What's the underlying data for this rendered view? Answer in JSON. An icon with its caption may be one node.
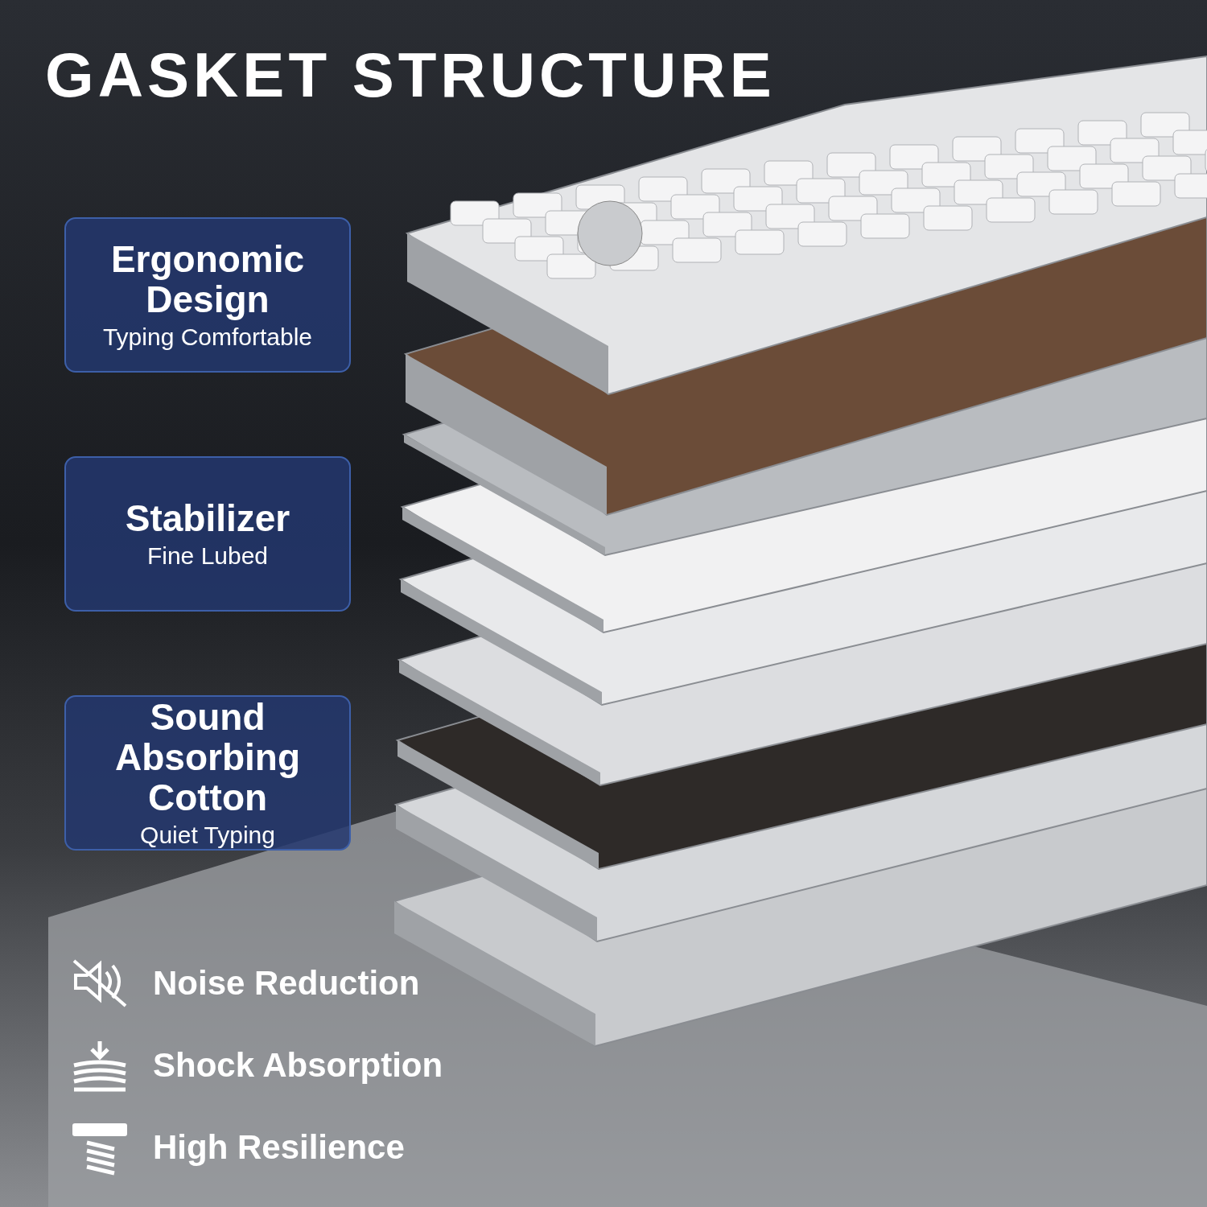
{
  "diagram": {
    "title": "GASKET STRUCTURE",
    "nodes": [
      {
        "text": [
          "Ergonomic Design",
          "Typing Comfortable"
        ]
      },
      {
        "text": [
          "Stabilizer",
          "Fine Lubed"
        ]
      },
      {
        "text": [
          "Sound Absorbing Cotton",
          "Quiet Typing"
        ]
      }
    ],
    "labels": [
      "Noise Reduction",
      "Shock Absorption",
      "High Resilience"
    ]
  }
}
